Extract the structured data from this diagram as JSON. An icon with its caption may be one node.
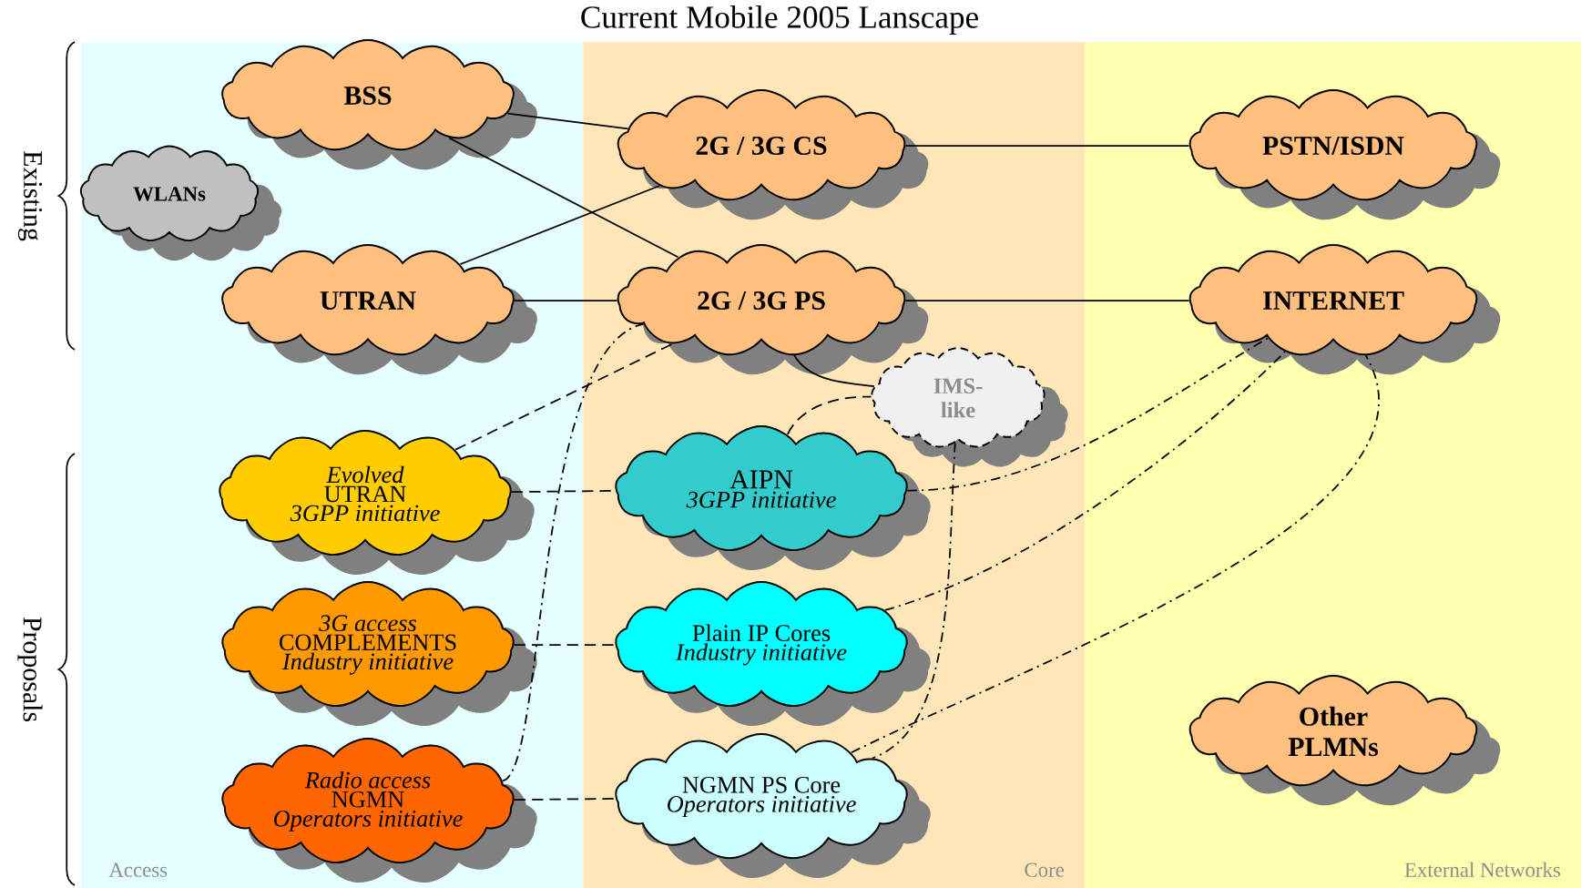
{
  "diagram": {
    "title": "Current Mobile 2005 Lanscape",
    "nodes": [
      {
        "text": [
          "Access"
        ]
      },
      {
        "text": [
          "Core"
        ]
      },
      {
        "text": [
          "External Networks"
        ]
      },
      {
        "text": [
          "BSS"
        ],
        "in": 0
      },
      {
        "text": [
          "WLANs"
        ],
        "in": 0
      },
      {
        "text": [
          "UTRAN"
        ],
        "in": 0
      },
      {
        "text": [
          "2G / 3G CS"
        ],
        "in": 1
      },
      {
        "text": [
          "2G / 3G PS"
        ],
        "in": 1
      },
      {
        "text": [
          "PSTN/ISDN"
        ],
        "in": 2
      },
      {
        "text": [
          "INTERNET"
        ],
        "in": 2
      },
      {
        "text": [
          "IMS-like"
        ],
        "in": 1
      },
      {
        "text": [
          "Evolved",
          "UTRAN",
          "3GPP initiative"
        ],
        "in": 0
      },
      {
        "text": [
          "AIPN",
          "3GPP initiative"
        ],
        "in": 1
      },
      {
        "text": [
          "3G access",
          "COMPLEMENTS",
          "Industry initiative"
        ],
        "in": 0
      },
      {
        "text": [
          "Plain IP Cores",
          "Industry initiative"
        ],
        "in": 1
      },
      {
        "text": [
          "Other PLMNs"
        ],
        "in": 2
      },
      {
        "text": [
          "Radio access",
          "NGMN",
          "Operators initiative"
        ],
        "in": 0
      },
      {
        "text": [
          "NGMN PS Core",
          "Operators initiative"
        ],
        "in": 1
      }
    ],
    "edges": [
      {
        "from": 3,
        "to": 6,
        "arrow": "none"
      },
      {
        "from": 3,
        "to": 7,
        "arrow": "none"
      },
      {
        "from": 5,
        "to": 6,
        "arrow": "none"
      },
      {
        "from": 5,
        "to": 7,
        "arrow": "none"
      },
      {
        "from": 6,
        "to": 8,
        "arrow": "none"
      },
      {
        "from": 7,
        "to": 9,
        "arrow": "none"
      },
      {
        "from": 7,
        "to": 10,
        "arrow": "none"
      },
      {
        "from": 11,
        "to": 7,
        "arrow": "none",
        "style": "dashed"
      },
      {
        "from": 11,
        "to": 12,
        "arrow": "none",
        "style": "dashed"
      },
      {
        "from": 12,
        "to": 10,
        "arrow": "none",
        "style": "dashed"
      },
      {
        "from": 13,
        "to": 14,
        "arrow": "none",
        "style": "dashed"
      },
      {
        "from": 16,
        "to": 17,
        "arrow": "none",
        "style": "dashed"
      },
      {
        "from": 16,
        "to": 7,
        "arrow": "none",
        "style": "dashed"
      },
      {
        "from": 12,
        "to": 9,
        "arrow": "none",
        "style": "dashed"
      },
      {
        "from": 14,
        "to": 9,
        "arrow": "none",
        "style": "dashed"
      },
      {
        "from": 17,
        "to": 9,
        "arrow": "none",
        "style": "dashed"
      },
      {
        "from": 10,
        "to": 17,
        "arrow": "none",
        "style": "dashed"
      }
    ],
    "labels": [
      "Existing",
      "Proposals"
    ]
  }
}
